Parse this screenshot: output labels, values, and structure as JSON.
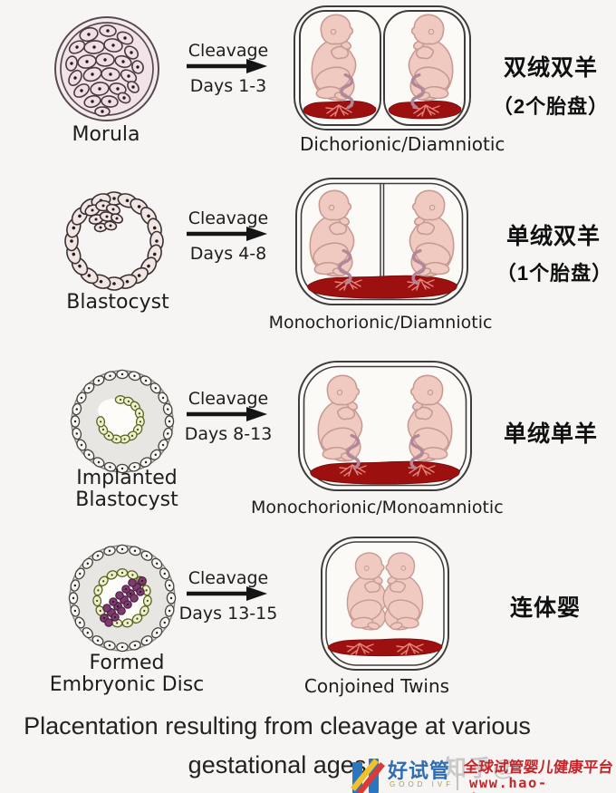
{
  "rows": [
    {
      "stage": {
        "lines": [
          "Morula"
        ]
      },
      "arrow": {
        "top": "Cleavage",
        "bottom": "Days 1-3"
      },
      "result": "Dichorionic/Diamniotic",
      "cn": [
        "双绒双羊",
        "（2个胎盘）"
      ]
    },
    {
      "stage": {
        "lines": [
          "Blastocyst"
        ]
      },
      "arrow": {
        "top": "Cleavage",
        "bottom": "Days 4-8"
      },
      "result": "Monochorionic/Diamniotic",
      "cn": [
        "单绒双羊",
        "（1个胎盘）"
      ]
    },
    {
      "stage": {
        "lines": [
          "Implanted",
          "Blastocyst"
        ]
      },
      "arrow": {
        "top": "Cleavage",
        "bottom": "Days 8-13"
      },
      "result": "Monochorionic/Monoamniotic",
      "cn": [
        "单绒单羊"
      ]
    },
    {
      "stage": {
        "lines": [
          "Formed",
          "Embryonic Disc"
        ]
      },
      "arrow": {
        "top": "Cleavage",
        "bottom": "Days 13-15"
      },
      "result": "Conjoined Twins",
      "cn": [
        "连体婴"
      ]
    }
  ],
  "caption": {
    "line1": "Placentation resulting from cleavage at various",
    "line2": "gestational ages"
  },
  "watermark": {
    "zhihu_prefix": "知乎@",
    "brand_cn": "好试管",
    "brand_en": "GOOD IVF",
    "slogan_cn": "全球试管婴儿健康平台",
    "url": "www.hao-ivf.com"
  },
  "colors": {
    "background": "#f6f5f3",
    "ink": "#1d1d1d",
    "placenta": "#9c1010",
    "fetus_skin": "#f0cac1",
    "fetus_outline": "#c79a91",
    "umbilical_cord": "#b2879a",
    "brand_blue": "#2b77bf",
    "brand_gold": "#b5984e",
    "watermark_red": "#c3262b"
  }
}
